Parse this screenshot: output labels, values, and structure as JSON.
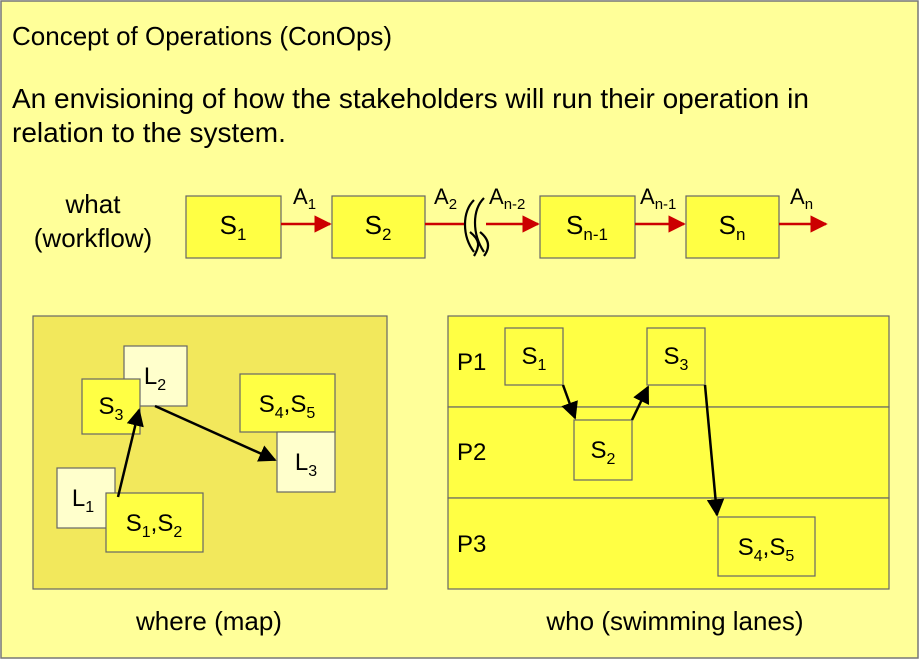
{
  "title": "Concept of Operations (ConOps)",
  "description_lines": [
    "An envisioning of how the stakeholders will run their operation in",
    "relation to the system."
  ],
  "workflow": {
    "label_lines": [
      "what",
      "(workflow)"
    ],
    "states": [
      {
        "base": "S",
        "sub": "1"
      },
      {
        "base": "S",
        "sub": "2"
      },
      {
        "base": "S",
        "sub": "n-1"
      },
      {
        "base": "S",
        "sub": "n"
      }
    ],
    "actions": [
      {
        "base": "A",
        "sub": "1"
      },
      {
        "base": "A",
        "sub": "2"
      },
      {
        "base": "A",
        "sub": "n-2"
      },
      {
        "base": "A",
        "sub": "n-1"
      },
      {
        "base": "A",
        "sub": "n"
      }
    ]
  },
  "map": {
    "caption": "where (map)",
    "locations": [
      {
        "base": "L",
        "sub": "2"
      },
      {
        "base": "L",
        "sub": "1"
      },
      {
        "base": "L",
        "sub": "3"
      }
    ],
    "states": [
      {
        "parts": [
          {
            "base": "S",
            "sub": "3"
          }
        ]
      },
      {
        "parts": [
          {
            "base": "S",
            "sub": "4"
          },
          {
            "base": "S",
            "sub": "5"
          }
        ]
      },
      {
        "parts": [
          {
            "base": "S",
            "sub": "1"
          },
          {
            "base": "S",
            "sub": "2"
          }
        ]
      }
    ]
  },
  "lanes": {
    "caption": "who (swimming lanes)",
    "participants": [
      "P1",
      "P2",
      "P3"
    ],
    "states": [
      {
        "parts": [
          {
            "base": "S",
            "sub": "1"
          }
        ]
      },
      {
        "parts": [
          {
            "base": "S",
            "sub": "3"
          }
        ]
      },
      {
        "parts": [
          {
            "base": "S",
            "sub": "2"
          }
        ]
      },
      {
        "parts": [
          {
            "base": "S",
            "sub": "4"
          },
          {
            "base": "S",
            "sub": "5"
          }
        ]
      }
    ]
  },
  "colors": {
    "background": "#FFFF99",
    "panel": "#F2E85C",
    "box": "#FFFF44",
    "location_box": "#FFFFCC",
    "red_arrow": "#CC0000",
    "black_arrow": "#000000"
  }
}
